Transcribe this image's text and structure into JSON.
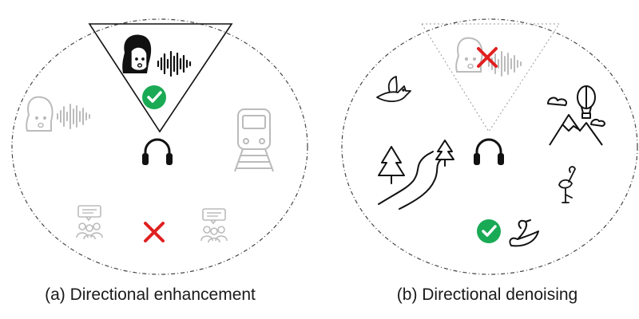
{
  "panels": [
    {
      "caption": "(a) Directional enhancement",
      "target_speaker": {
        "state": "enhanced",
        "status_icon": "check-icon",
        "status_color": "#1aaa55"
      },
      "interferers": [
        "woman-speaking-icon",
        "train-icon",
        "crowd-chat-icon",
        "crowd-chat-icon"
      ],
      "interferer_status_icon": "cross-icon",
      "interferer_status_color": "#e02020",
      "listener_icon": "headphones-icon"
    },
    {
      "caption": "(b) Directional denoising",
      "target_speaker": {
        "state": "removed",
        "status_icon": "cross-icon",
        "status_color": "#e02020"
      },
      "ambient_sounds": [
        "dove-icon",
        "forest-river-icon",
        "mountain-balloon-icon",
        "flamingo-icon",
        "swan-icon"
      ],
      "ambient_status_icon": "check-icon",
      "ambient_status_color": "#1aaa55",
      "listener_icon": "headphones-icon"
    }
  ],
  "colors": {
    "outline": "#444444",
    "faded": "#bbbbbb",
    "ink": "#111111"
  }
}
